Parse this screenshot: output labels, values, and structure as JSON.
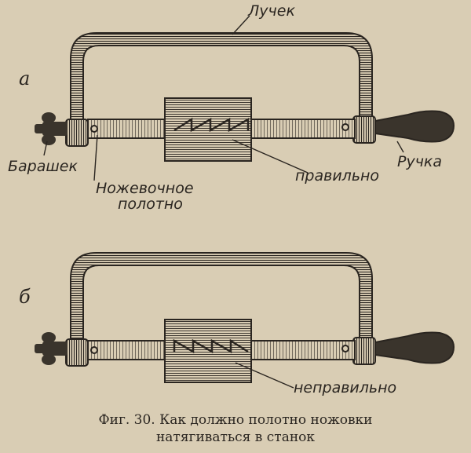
{
  "figure_a": {
    "letter": "а",
    "labels": {
      "frame": "Лучек",
      "wing_nut": "Барашек",
      "handle": "Ручка",
      "blade_line1": "Ножевочное",
      "blade_line2": "полотно",
      "correct": "правильно"
    }
  },
  "figure_b": {
    "letter": "б",
    "labels": {
      "incorrect": "неправильно"
    }
  },
  "caption": {
    "line1": "Фиг. 30. Как должно полотно ножовки",
    "line2": "натягиваться в станок"
  },
  "colors": {
    "paper": "#d9cdb4",
    "ink": "#2a2520"
  }
}
